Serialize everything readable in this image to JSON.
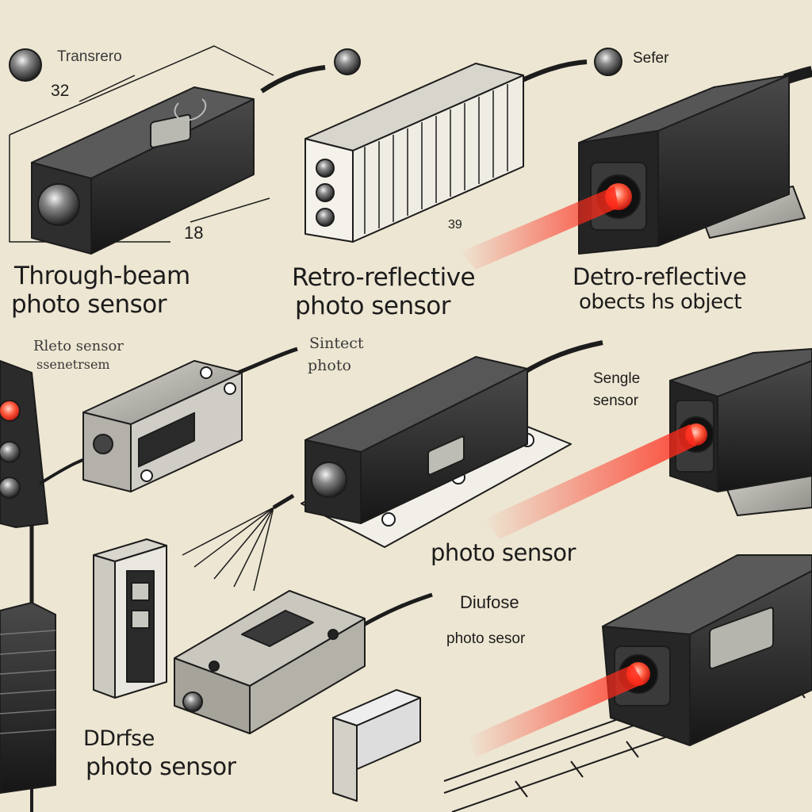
{
  "labels": {
    "transmitter": "Transrero",
    "dim_a": "32",
    "dim_b": "18",
    "dim_c": "39",
    "sefer": "Sefer",
    "through_beam_l1": "Through-beam",
    "through_beam_l2": "photo sensor",
    "retro_l1": "Retro-reflective",
    "retro_l2": "photo sensor",
    "detro_l1": "Detro-reflective",
    "detro_l2": "obects hs object",
    "rleto_l1": "Rleto sensor",
    "rleto_l2": "ssenetrsem",
    "sintect_l1": "Sintect",
    "sintect_l2": "photo",
    "sengle_l1": "Sengle",
    "sengle_l2": "sensor",
    "photo_sensor_mid": "photo sensor",
    "diufose_l1": "Diufose",
    "diufose_l2": "photo sesor",
    "ddrfse_l1": "DDrfse",
    "ddrfse_l2": "photo sensor"
  },
  "colors": {
    "paper": "#ede6d2",
    "ink": "#1c1c1c",
    "body_dark": "#2b2b2b",
    "laser_red": "#e8342a"
  },
  "icons": [
    "lens-icon",
    "cable-icon",
    "laser-beam-icon",
    "mounting-bracket-icon"
  ]
}
